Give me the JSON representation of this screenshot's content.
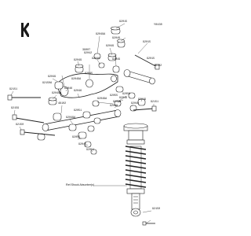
{
  "diagram": {
    "code": "Y0430",
    "reference_note": "Ref.Shock Absorber(s)",
    "colors": {
      "ink": "#222222",
      "paper": "#ffffff"
    },
    "logo_icon": "kawasaki-k-icon",
    "callouts": {
      "c01": "92015",
      "c02": "92049A",
      "c03": "92049",
      "c04": "92049",
      "c05": "39007",
      "c06": "92015",
      "c07": "92042",
      "c08": "92046",
      "c09": "92049",
      "c10": "92049",
      "c11": "46102",
      "c12": "92049",
      "c13": "92045",
      "c14": "92049A",
      "c15": "92046",
      "c16": "92046",
      "c17": "92049A",
      "c18": "92055",
      "c19": "92050",
      "c20": "46102",
      "c21": "92151",
      "c22": "92159",
      "c23": "92151",
      "c24": "92046",
      "c25": "92049",
      "c26": "92046",
      "c27": "92049A",
      "c28": "92049",
      "c29": "92049",
      "c30": "92051",
      "c31": "92045",
      "c32": "92051",
      "c33": "92150",
      "c34": "92150",
      "c35": "92055",
      "c36": "92049A",
      "c37": "92015",
      "c38": "92150A"
    }
  }
}
